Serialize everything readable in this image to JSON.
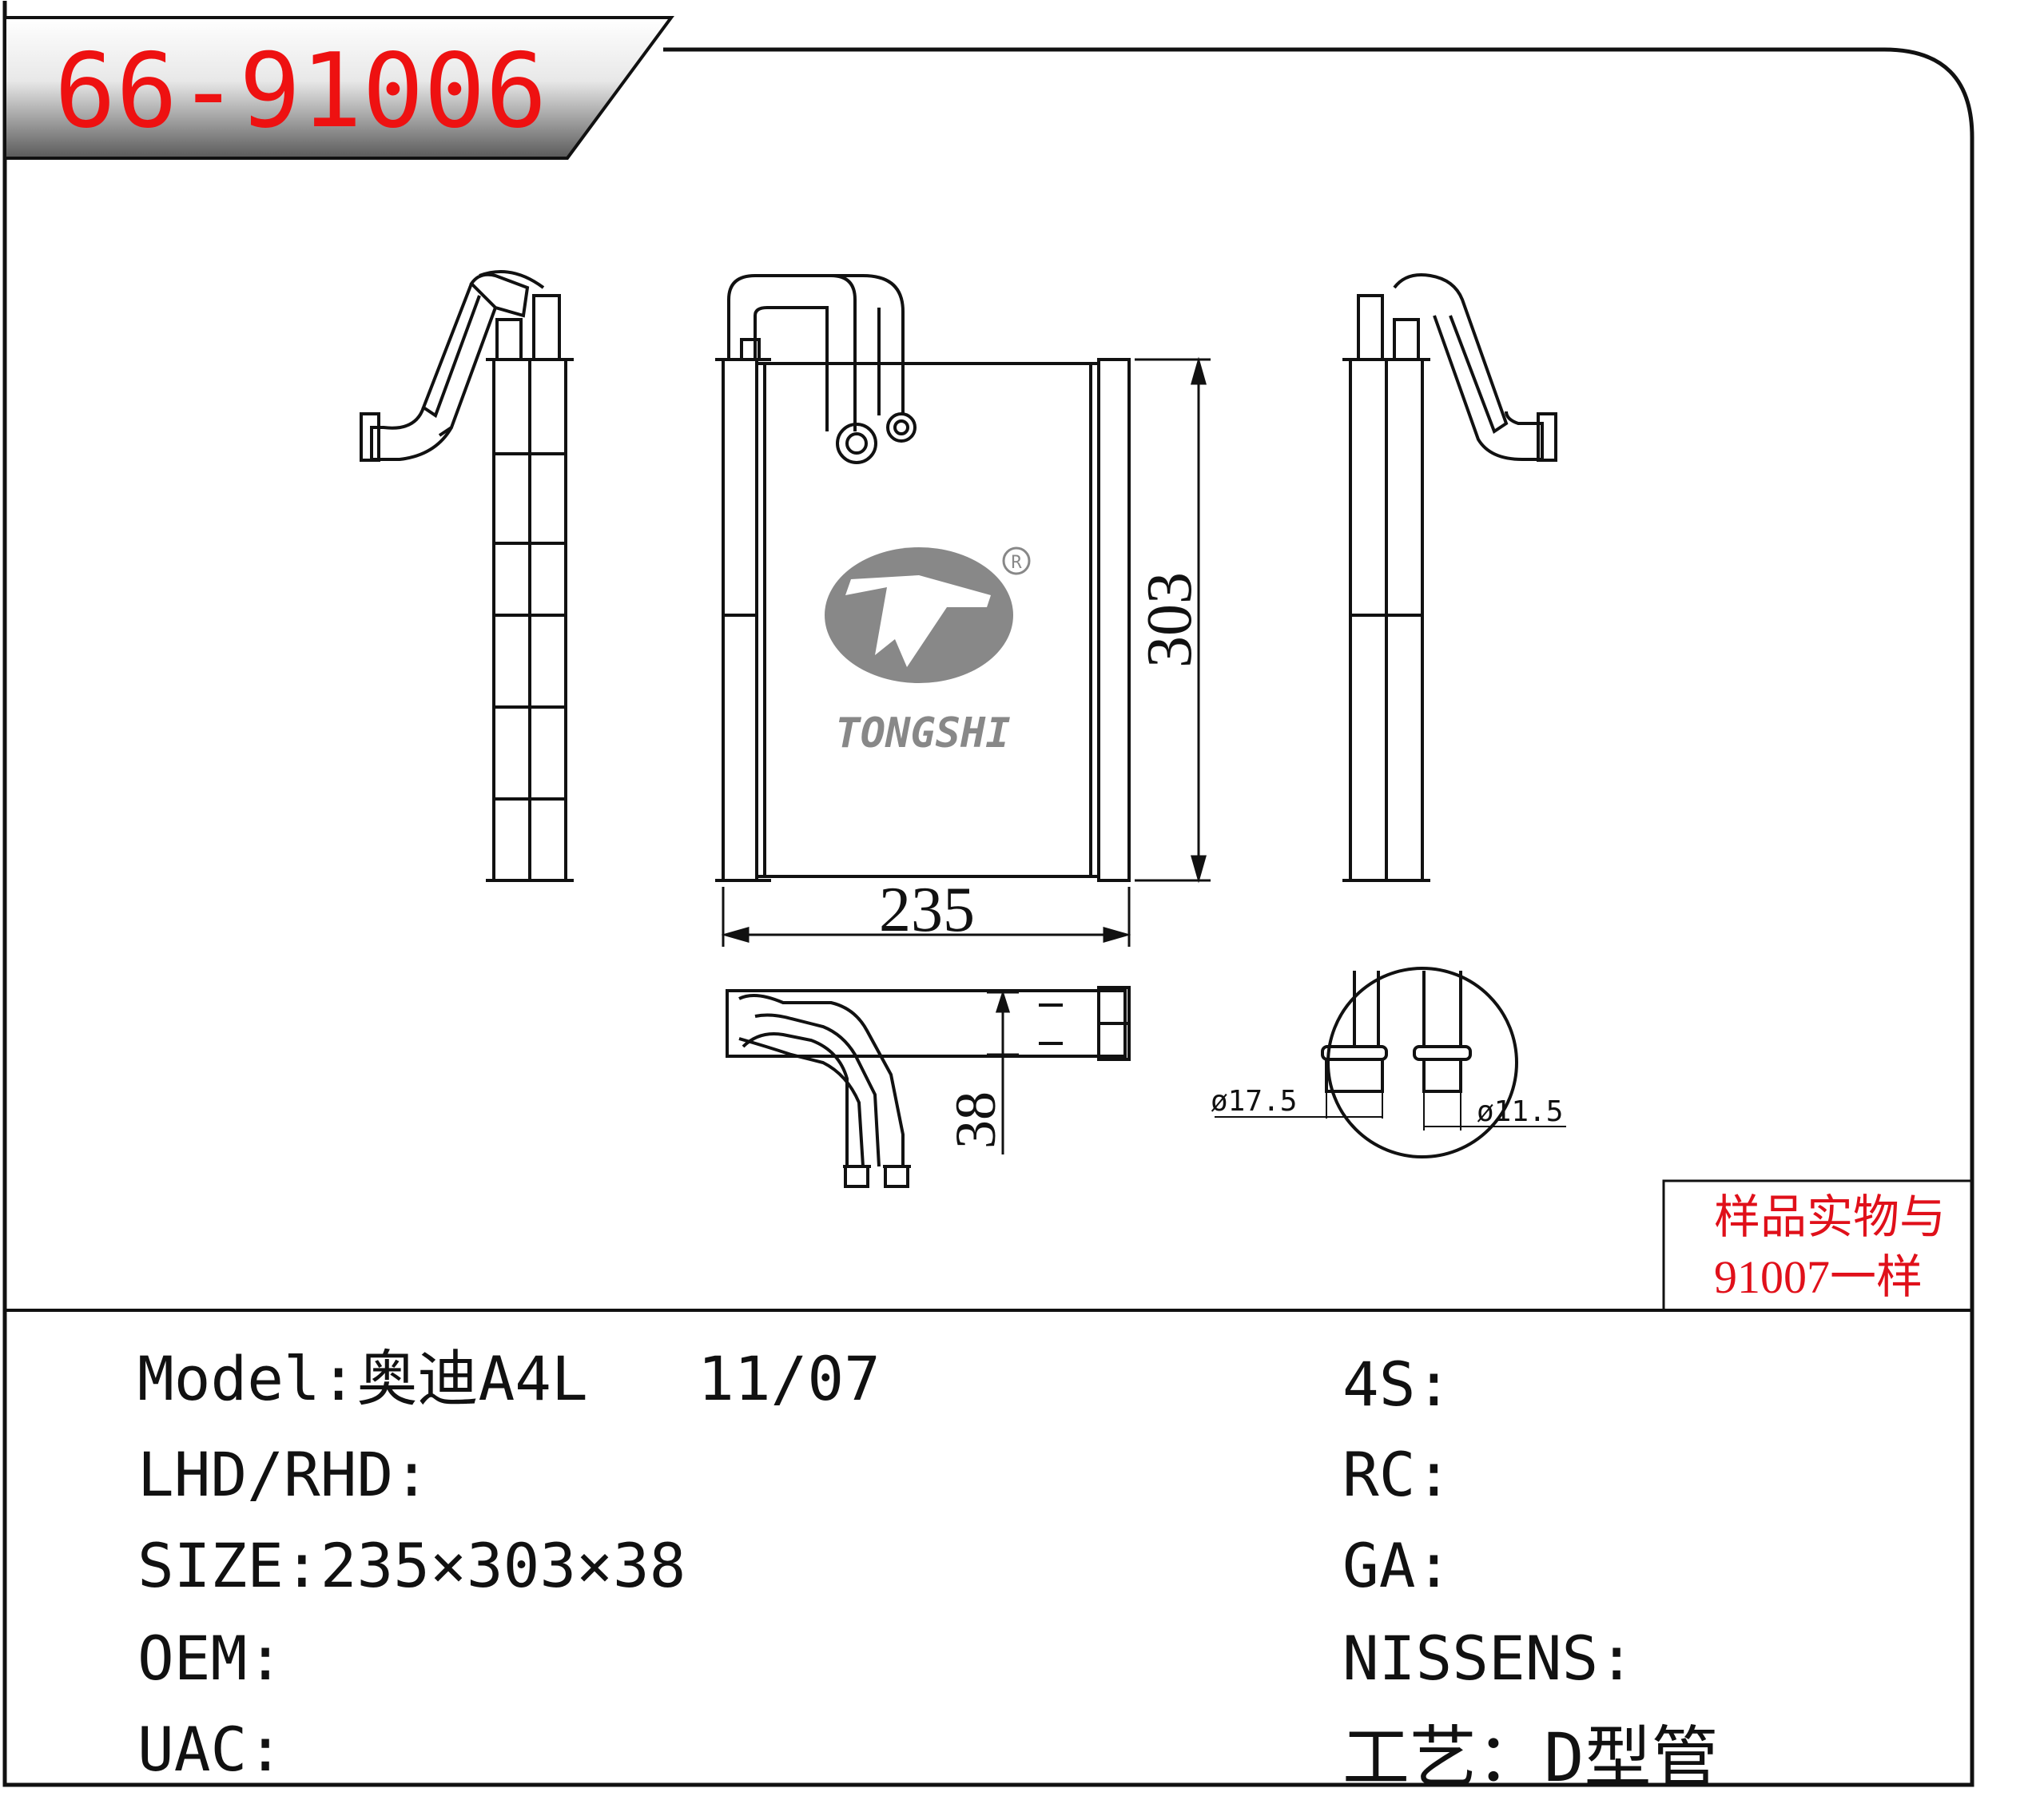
{
  "part_number": "66-91006",
  "brand": {
    "name": "TONGSHI",
    "registered_mark": "R"
  },
  "dimensions": {
    "width": "235",
    "height": "303",
    "depth": "38",
    "pipe_large": "ø17.5",
    "pipe_small": "ø11.5"
  },
  "note": {
    "line1": "样品实物与",
    "line2": "91007一样"
  },
  "spec_left": [
    {
      "label": "Model",
      "sep": ":",
      "value": "奥迪A4L   11/07"
    },
    {
      "label": "LHD/RHD",
      "sep": ":",
      "value": ""
    },
    {
      "label": "SIZE",
      "sep": ":",
      "value": "235×303×38"
    },
    {
      "label": "OEM",
      "sep": ":",
      "value": ""
    },
    {
      "label": "UAC",
      "sep": ":",
      "value": ""
    }
  ],
  "spec_right": [
    {
      "label": "4S",
      "sep": ":",
      "value": ""
    },
    {
      "label": "RC",
      "sep": ":",
      "value": ""
    },
    {
      "label": "GA",
      "sep": ":",
      "value": ""
    },
    {
      "label": "NISSENS",
      "sep": ":",
      "value": ""
    },
    {
      "label": "工艺",
      "sep": "：",
      "value": "D型管"
    }
  ],
  "colors": {
    "title": "#ee1111",
    "note": "#e0101a",
    "line": "#111111",
    "logo": "#888888"
  }
}
